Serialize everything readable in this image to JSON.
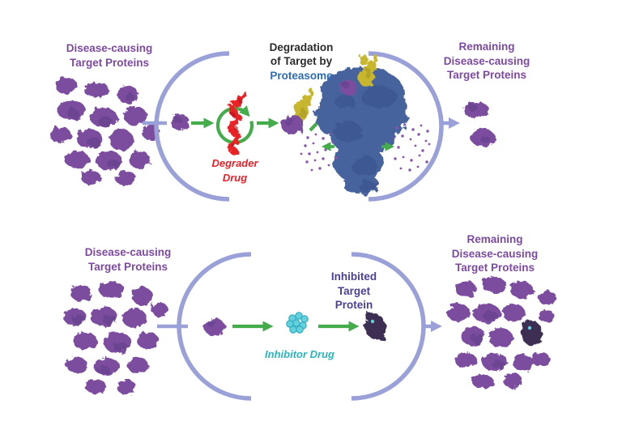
{
  "colors": {
    "text-purple": "#7d4aa2",
    "title-black": "#2b2a2e",
    "proteasome-text": "#2d6cb5",
    "indigo-text": "#4c3f96",
    "red": "#e92128",
    "red-dark": "#b2131b",
    "green": "#45ac4b",
    "teal-text": "#2cb4bc",
    "lavender": "#9aa0d8",
    "protein-purple": "#7b4d9f",
    "protein-purple-dark": "#5c3a82",
    "fragment-purple": "#8a55ad",
    "proteasome-blue": "#46639e",
    "proteasome-blue-dark": "#344e85",
    "ligase-yellow": "#c8b72f",
    "ligase-yellow-dark": "#9d8f1e",
    "cyan-drug": "#62d1dc",
    "cyan-drug-dark": "#2fa9bd",
    "inhibited-dark": "#3d2d52"
  },
  "panels": {
    "degrader": {
      "left_label": "Disease-causing\nTarget Proteins",
      "title_black": "Degradation\nof Target by",
      "title_blue": "Proteasome",
      "drug_label": "Degrader\nDrug",
      "right_label": "Remaining\nDisease-causing\nTarget Proteins"
    },
    "inhibitor": {
      "left_label": "Disease-causing\nTarget Proteins",
      "drug_label": "Inhibitor Drug",
      "result_label": "Inhibited\nTarget\nProtein",
      "right_label": "Remaining\nDisease-causing\nTarget Proteins"
    }
  }
}
